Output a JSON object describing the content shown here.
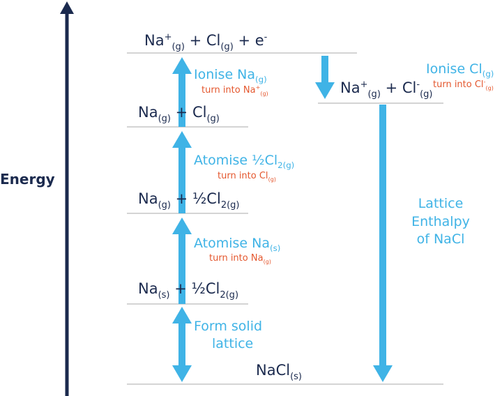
{
  "axis": {
    "label": "Energy"
  },
  "levels": {
    "ions_electron": {
      "a": "Na",
      "a_sup": "+",
      "a_sub": "(g)",
      "plus1": " + Cl",
      "b_sub": "(g)",
      "plus2": " + e",
      "e_sup": "-"
    },
    "ions": {
      "a": "Na",
      "a_sup": "+",
      "a_sub": "(g)",
      "plus1": " + Cl",
      "b_sup": "-",
      "b_sub": "(g)"
    },
    "atoms_gas": {
      "a": "Na",
      "a_sub": "(g)",
      "plus1": " + Cl",
      "b_sub": "(g)"
    },
    "na_gas_half_cl2": {
      "a": "Na",
      "a_sub": "(g)",
      "plus1": " + ½Cl",
      "b_sub": "2(g)"
    },
    "elements": {
      "a": "Na",
      "a_sub": "(s)",
      "plus1": " + ½Cl",
      "b_sub": "2(g)"
    },
    "nacl_solid": {
      "a": "NaCl",
      "a_sub": "(s)"
    }
  },
  "steps": {
    "ionise_na": {
      "main": "Ionise Na",
      "main_sub": "(g)",
      "note": "turn into Na",
      "note_sup": "+",
      "note_sub": "(g)"
    },
    "ionise_cl": {
      "main": "Ionise Cl",
      "main_sub": "(g)",
      "note": "turn into Cl",
      "note_sup": "-",
      "note_sub": "(g)"
    },
    "atomise_cl": {
      "main": "Atomise ½Cl",
      "main_sub": "2(g)",
      "note": "turn into Cl",
      "note_sub": "(g)"
    },
    "atomise_na": {
      "main": "Atomise Na",
      "main_sub": "(s)",
      "note": "turn into Na",
      "note_sub": "(g)"
    },
    "form_lattice": {
      "line1": "Form solid",
      "line2": "lattice"
    },
    "lattice_enthalpy": {
      "line1": "Lattice",
      "line2": "Enthalpy",
      "line3": "of NaCl"
    }
  },
  "colors": {
    "axis": "#1b2a4e",
    "arrow": "#3fb3e6",
    "level": "#d4d4d4",
    "species": "#1b2a4e",
    "note": "#e4572e"
  }
}
